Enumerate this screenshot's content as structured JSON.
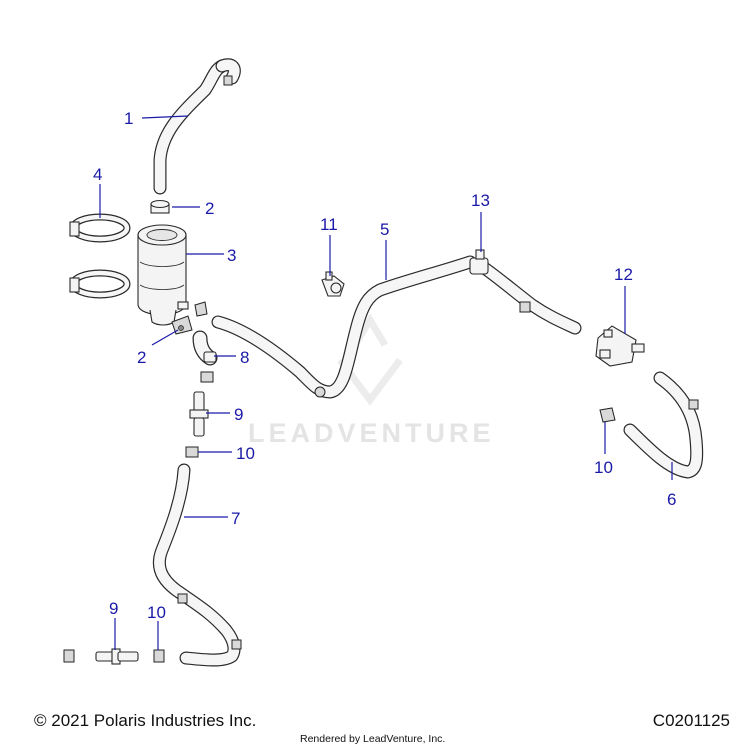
{
  "colors": {
    "callout": "#1a1aa8",
    "line": "#2a2a2a",
    "part_fill": "#f4f4f4",
    "watermark": "#e4e4e4"
  },
  "watermark": {
    "text": "LEADVENTURE"
  },
  "callouts": {
    "c1": "1",
    "c2a": "2",
    "c2b": "2",
    "c3": "3",
    "c4": "4",
    "c5": "5",
    "c6": "6",
    "c7": "7",
    "c8": "8",
    "c9a": "9",
    "c9b": "9",
    "c10a": "10",
    "c10b": "10",
    "c10c": "10",
    "c11": "11",
    "c12": "12",
    "c13": "13"
  },
  "footer": {
    "copyright": "© 2021 Polaris Industries Inc.",
    "rendered_by": "Rendered by LeadVenture, Inc.",
    "code": "C0201125"
  }
}
